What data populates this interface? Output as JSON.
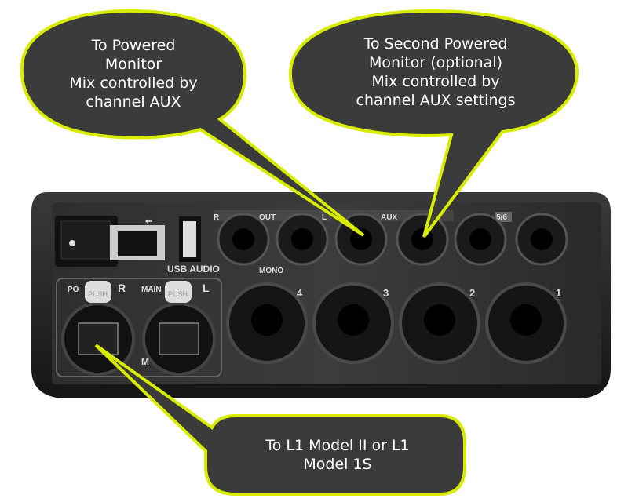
{
  "callouts": [
    {
      "lines": [
        "To Powered",
        "Monitor",
        "Mix controlled by",
        "channel AUX"
      ]
    },
    {
      "lines": [
        "To Second Powered",
        "Monitor (optional)",
        "Mix controlled by",
        "channel AUX settings"
      ]
    },
    {
      "lines": [
        "To L1 Model II or L1",
        "Model 1S"
      ]
    }
  ],
  "device_labels": {
    "out": "OUT",
    "out_r": "R",
    "out_l": "L",
    "mono": "MONO",
    "aux": "AUX",
    "ch56": "5/6",
    "usb_audio": "USB AUDIO",
    "power": "PO",
    "main": "MAIN",
    "main_r": "R",
    "main_l": "L",
    "push": "PUSH",
    "m": "M",
    "channels": [
      "4",
      "3",
      "2",
      "1"
    ]
  },
  "colors": {
    "callout_fill": "#3b3b3b",
    "callout_border": "#d8ec00",
    "body": "#2a2a2a"
  }
}
